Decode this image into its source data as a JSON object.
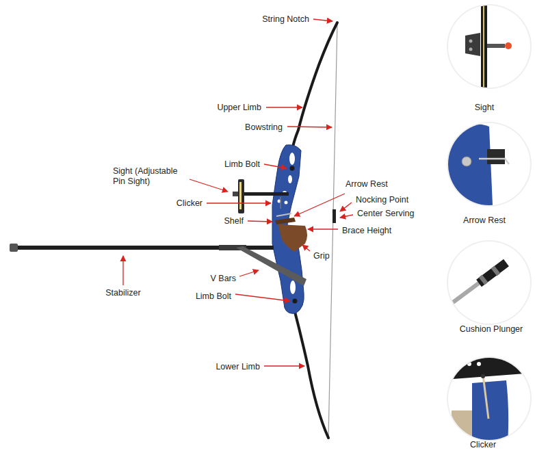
{
  "diagram": {
    "labels": [
      "String Notch",
      "Upper Limb",
      "Bowstring",
      "Limb Bolt",
      "Sight (Adjustable Pin Sight)",
      "Clicker",
      "Arrow Rest",
      "Nocking Point",
      "Center Serving",
      "Shelf",
      "Brace Height",
      "Grip",
      "Stabilizer",
      "V Bars",
      "Limb Bolt",
      "Lower Limb",
      "Sight",
      "Arrow Rest",
      "Cushion Plunger",
      "Clicker"
    ]
  }
}
